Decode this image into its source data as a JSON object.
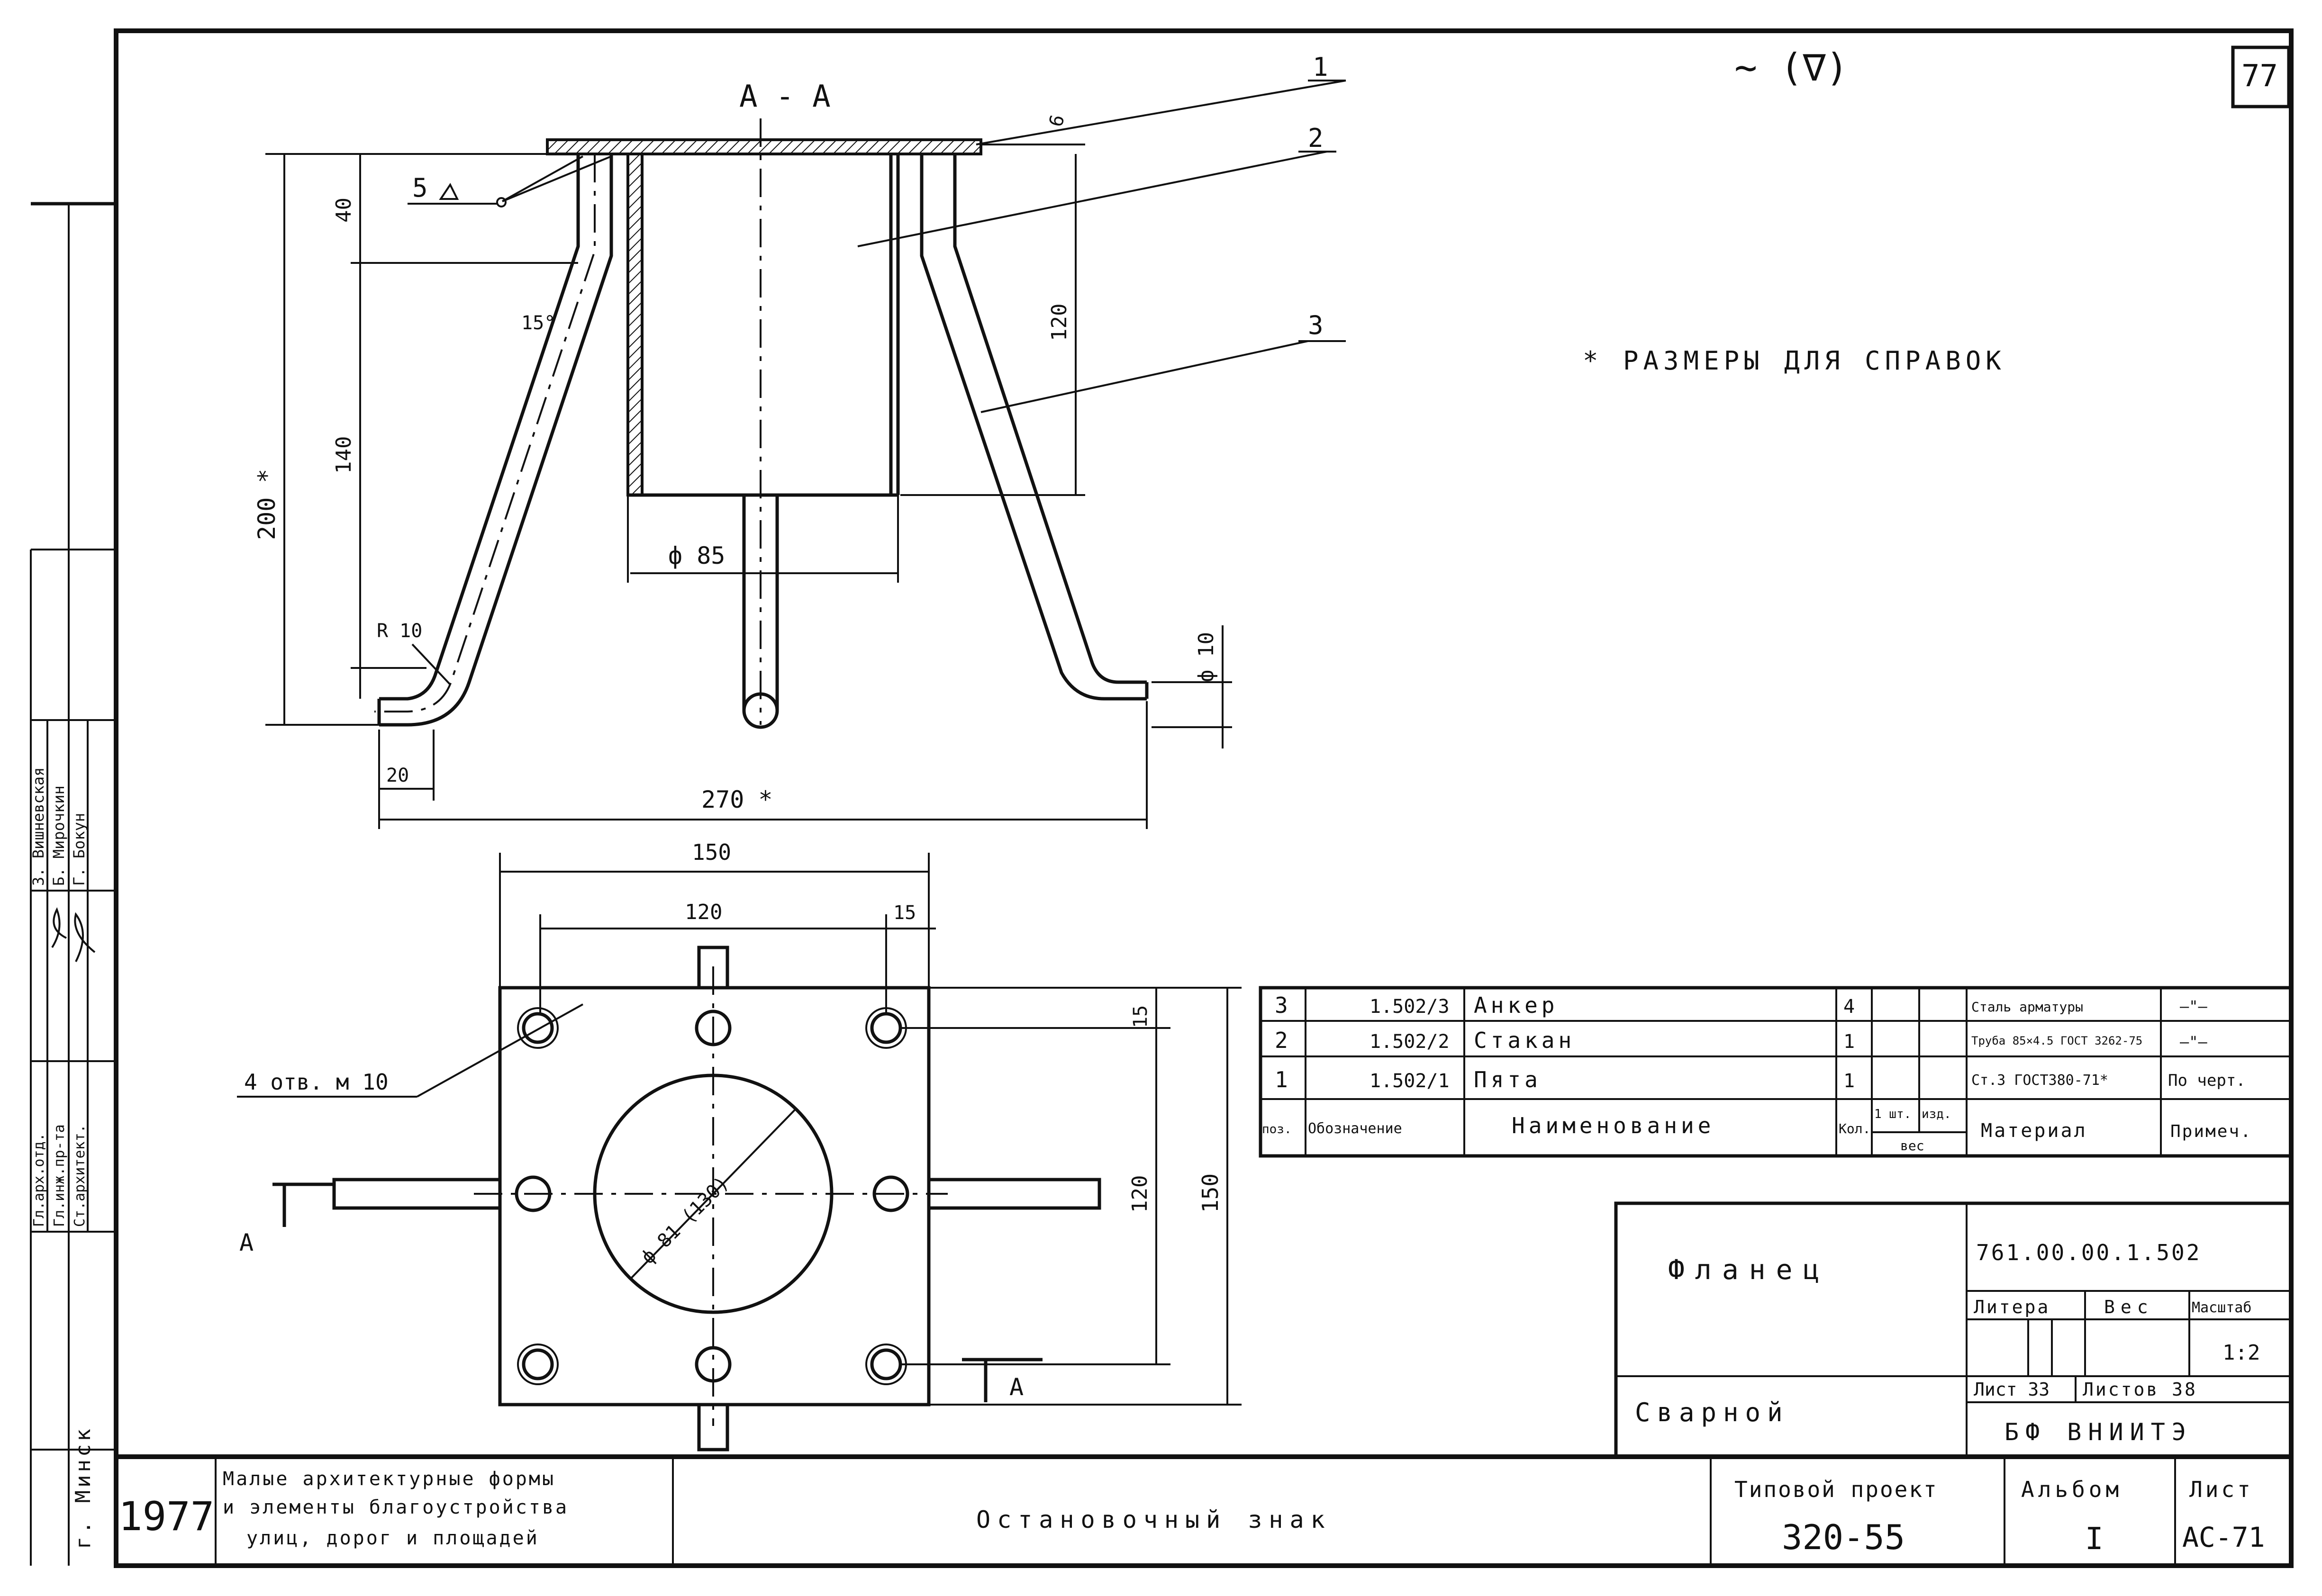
{
  "header": {
    "page_number": "77",
    "roughness": "∼ (∇)",
    "section_label": "А - А",
    "note": "* РАЗМЕРЫ ДЛЯ СПРАВОК"
  },
  "section_view": {
    "callouts": [
      "1",
      "2",
      "3"
    ],
    "weld_label": "5",
    "dimensions": {
      "d_6": "6",
      "d_40": "40",
      "d_140": "140",
      "d_120": "120",
      "d_200": "200 *",
      "angle": "15°",
      "r10": "R 10",
      "phi85": "ф 85",
      "phi10": "ф 10",
      "d_20": "20",
      "d_270": "270 *"
    }
  },
  "plan_view": {
    "holes_label": "4 отв. м 10",
    "circle_label": "ф 81 (130)",
    "section_mark": "А",
    "dimensions": {
      "top_150": "150",
      "top_120": "120",
      "top_15": "15",
      "right_15": "15",
      "right_120": "120",
      "right_150": "150"
    }
  },
  "spec_table": {
    "header": {
      "pos": "поз.",
      "designation": "Обозначение",
      "name": "Наименование",
      "qty": "Кол.",
      "weight_unit": "1 шт.",
      "weight_izd": "изд.",
      "weight": "вес",
      "material": "Материал",
      "note": "Примеч."
    },
    "rows": [
      {
        "pos": "3",
        "designation": "1.502/3",
        "name": "Анкер",
        "qty": "4",
        "material": "Сталь арматуры",
        "note": "—\"—"
      },
      {
        "pos": "2",
        "designation": "1.502/2",
        "name": "Стакан",
        "qty": "1",
        "material": "Труба 85×4.5 ГОСТ 3262-75",
        "note": "—\"—"
      },
      {
        "pos": "1",
        "designation": "1.502/1",
        "name": "Пята",
        "qty": "1",
        "material": "Ст.3 ГОСТ380-71*",
        "note": "По черт."
      }
    ]
  },
  "title_block": {
    "part_name": "Фланец",
    "part_type": "Сварной",
    "doc_number": "761.00.00.1.502",
    "litera_label": "Литера",
    "weight_label": "Вес",
    "scale_label": "Масштаб",
    "scale_value": "1:2",
    "sheet_label": "Лист 33",
    "sheets_label": "Листов 38",
    "org": "БФ ВНИИТЭ"
  },
  "bottom_strip": {
    "year": "1977",
    "album_title": [
      "Малые архитектурные формы",
      "и элементы благоустройства",
      "улиц, дорог и площадей"
    ],
    "sign_name": "Остановочный знак",
    "project_label": "Типовой проект",
    "project_number": "320-55",
    "album_label": "Альбом",
    "album_number": "I",
    "sheet_label": "Лист",
    "sheet_code": "АС-71"
  },
  "side_stamp": {
    "city": "г. Минск",
    "roles": [
      "Гл.арх.отд.",
      "Гл.инж.пр-та",
      "Ст.архитект."
    ],
    "people": [
      "З. Вишневская",
      "Б. Мирочкин",
      "Г. Бокун"
    ]
  }
}
